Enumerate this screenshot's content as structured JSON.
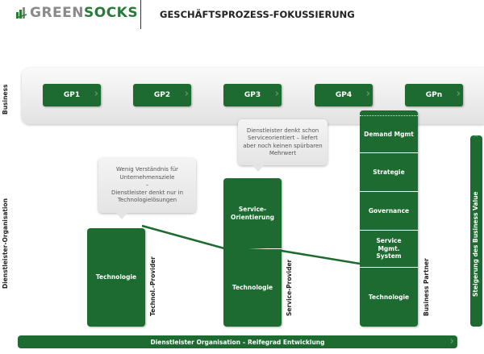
{
  "header": {
    "logo_part1": "GREEN",
    "logo_part2": "SOCKS",
    "title": "GESCHÄFTSPROZESS-FOKUSSIERUNG"
  },
  "axis_labels": {
    "business": "Business",
    "organisation": "Dienstleister-Organisation"
  },
  "processes": [
    "GP1",
    "GP2",
    "GP3",
    "GP4",
    "GPn"
  ],
  "columns": {
    "tech_provider": {
      "label": "Technol.-Provider",
      "cells": [
        "Technologie"
      ]
    },
    "service_provider": {
      "label": "Service-Provider",
      "cells": [
        "Service-Orientierung",
        "Technologie"
      ]
    },
    "business_partner": {
      "label": "Business Partner",
      "cells": [
        "Demand Mgmt",
        "Strategie",
        "Governance",
        "Service Mgmt. System",
        "Technologie"
      ]
    }
  },
  "bubbles": {
    "tech": {
      "line1": "Wenig Verständnis für Unternehmensziele",
      "dash": "–",
      "line2": "Dienstleister denkt nur in Technologielösungen"
    },
    "service": {
      "text": "Dienstleister denkt schon Serviceorientiert – liefert aber noch keinen spürbaren Mehrwert"
    }
  },
  "bottom_bar": "Dienstleister Organisation – Reifegrad Entwicklung",
  "right_bar": "Steigerung des Business Value",
  "colors": {
    "green": "#1d6b31"
  }
}
